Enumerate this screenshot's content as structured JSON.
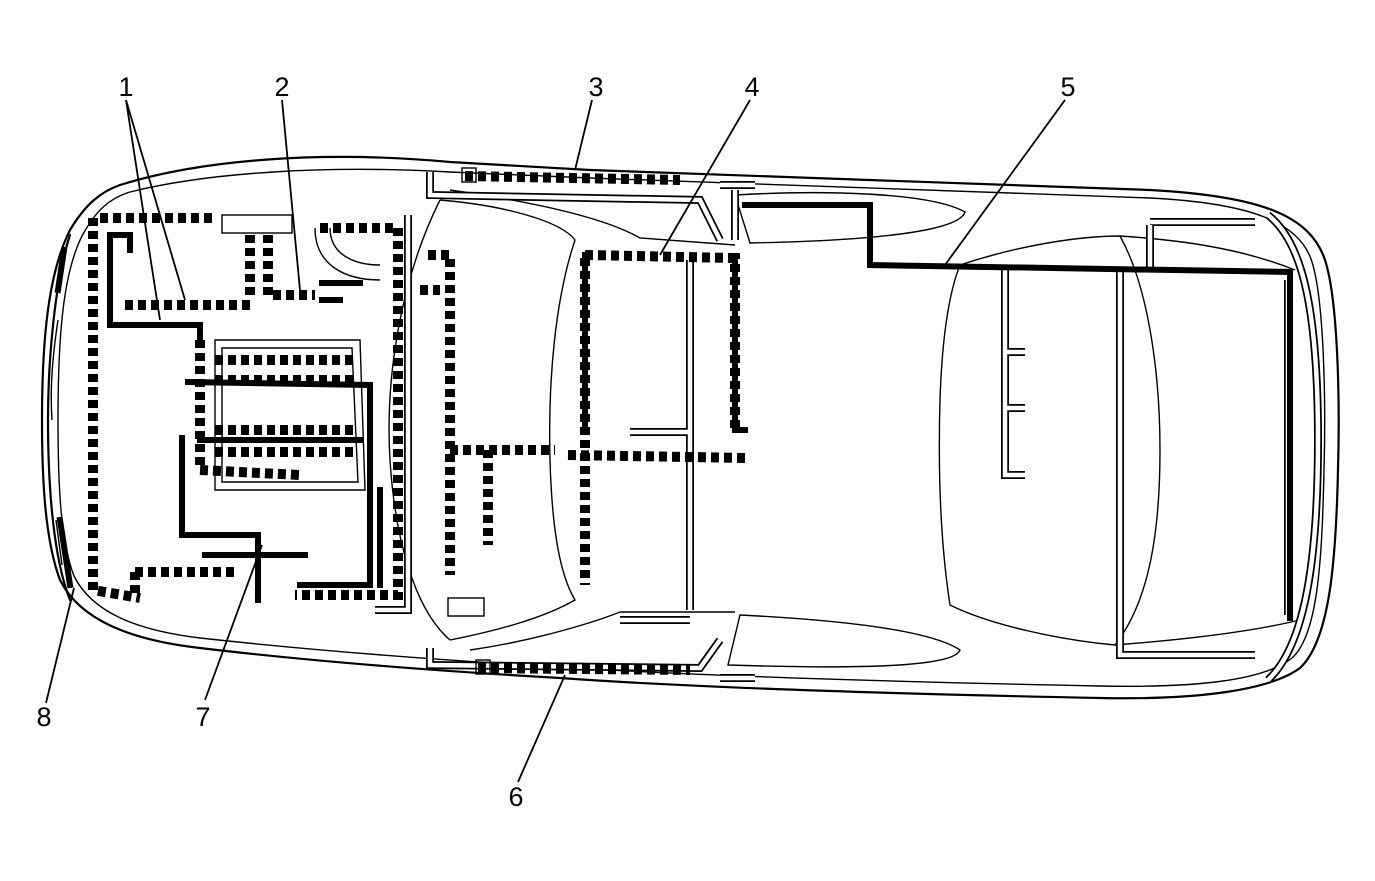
{
  "diagram": {
    "callouts": [
      {
        "id": "1",
        "label": "1"
      },
      {
        "id": "2",
        "label": "2"
      },
      {
        "id": "3",
        "label": "3"
      },
      {
        "id": "4",
        "label": "4"
      },
      {
        "id": "5",
        "label": "5"
      },
      {
        "id": "6",
        "label": "6"
      },
      {
        "id": "7",
        "label": "7"
      },
      {
        "id": "8",
        "label": "8"
      }
    ],
    "colors": {
      "ink": "#000000",
      "paper": "#ffffff"
    }
  }
}
